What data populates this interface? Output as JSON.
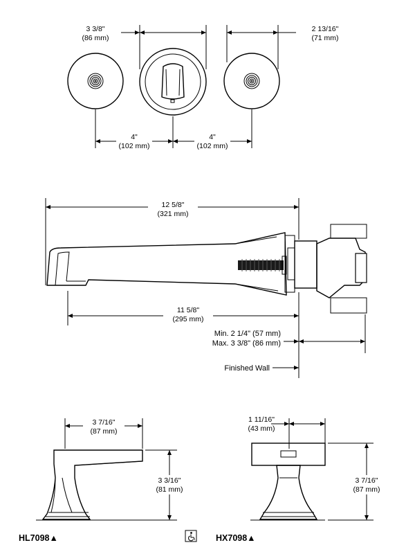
{
  "top_view": {
    "dim_trim_width": {
      "imperial": "3 3/8\"",
      "metric": "(86 mm)"
    },
    "dim_handle_width": {
      "imperial": "2 13/16\"",
      "metric": "(71 mm)"
    },
    "dim_left_spacing": {
      "imperial": "4\"",
      "metric": "(102 mm)"
    },
    "dim_right_spacing": {
      "imperial": "4\"",
      "metric": "(102 mm)"
    }
  },
  "side_view": {
    "dim_overall_reach": {
      "imperial": "12 5/8\"",
      "metric": "(321 mm)"
    },
    "dim_spout_reach": {
      "imperial": "11 5/8\"",
      "metric": "(295 mm)"
    },
    "dim_wall_min": "Min. 2 1/4\" (57 mm)",
    "dim_wall_max": "Max. 3 3/8\" (86 mm)",
    "finished_wall_label": "Finished Wall"
  },
  "handle_lever": {
    "dim_width": {
      "imperial": "3 7/16\"",
      "metric": "(87 mm)"
    },
    "dim_height": {
      "imperial": "3 3/16\"",
      "metric": "(81 mm)"
    },
    "model": "HL7098▲"
  },
  "handle_cross": {
    "dim_width": {
      "imperial": "1 11/16\"",
      "metric": "(43 mm)"
    },
    "dim_height": {
      "imperial": "3 7/16\"",
      "metric": "(87 mm)"
    },
    "model": "HX7098▲"
  },
  "icons": {
    "accessibility": "wheelchair-accessible-icon"
  }
}
